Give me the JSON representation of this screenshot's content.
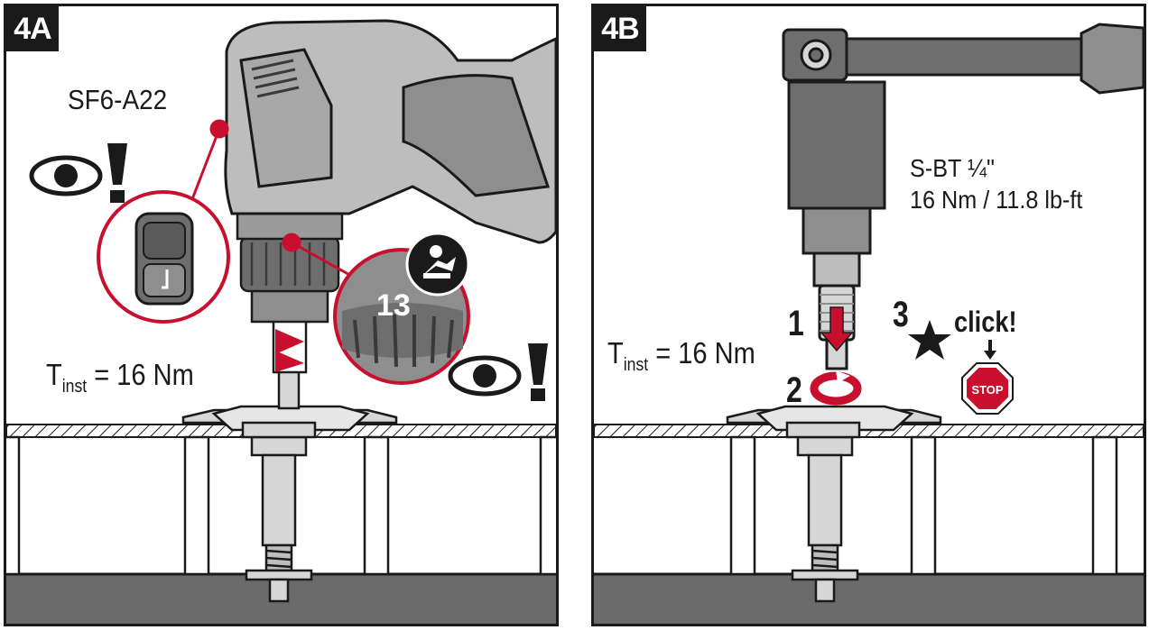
{
  "panel_a": {
    "step": "4A",
    "model": "SF6-A22",
    "torque_symbol": "T",
    "torque_subscript": "inst",
    "torque_value": "= 16  Nm",
    "chuck_setting": "13"
  },
  "panel_b": {
    "step": "4B",
    "bit_name": "S-BT ¼\"",
    "torque_spec": "16 Nm / 11.8 lb-ft",
    "torque_symbol": "T",
    "torque_subscript": "inst",
    "torque_value": "= 16  Nm",
    "step_one": "1",
    "step_two": "2",
    "step_three": "3",
    "click_text": "click!",
    "stop_sign": "STOP"
  },
  "colors": {
    "accent_red": "#c8102e",
    "outline": "#1a1a1a",
    "tool_body": "#bdbdbd",
    "tool_dark": "#6e6e6e",
    "steel": "#d6d6d6",
    "concrete": "#6b6b6b"
  }
}
